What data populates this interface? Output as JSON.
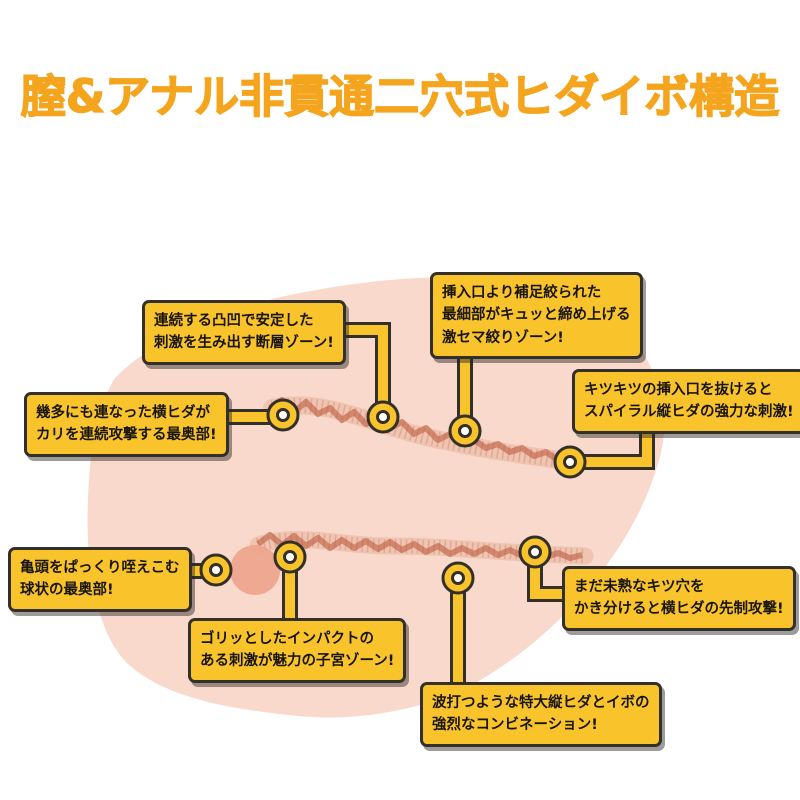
{
  "title": "膣&アナル非貫通二穴式ヒダイボ構造",
  "colors": {
    "title_orange": "#F5A41E",
    "callout_yellow": "#F9C32B",
    "dark_outline": "#33302A",
    "body_pink": "#F8D9CC",
    "tunnel_red": "#CD8066",
    "ball_pink": "#EDA38C",
    "background": "#FFFFFF"
  },
  "callouts": {
    "fault_zone": {
      "lines": [
        "連続する凸凹で安定した",
        "刺激を生み出す断層ゾーン!"
      ]
    },
    "squeeze_zone": {
      "lines": [
        "挿入口より補足絞られた",
        "最細部がキュッと締め上げる",
        "激セマ絞りゾーン!"
      ]
    },
    "deepest_folds": {
      "lines": [
        "幾多にも連なった横ヒダが",
        "カリを連続攻撃する最奥部!"
      ]
    },
    "spiral_folds": {
      "lines": [
        "キツキツの挿入口を抜けると",
        "スパイラル縦ヒダの強力な刺激!"
      ]
    },
    "ball_deepest": {
      "lines": [
        "亀頭をぱっくり咥えこむ",
        "球状の最奥部!"
      ]
    },
    "uterus_zone": {
      "lines": [
        "ゴリッとしたインパクトの",
        "ある刺激が魅力の子宮ゾーン!"
      ]
    },
    "combo_zone": {
      "lines": [
        "波打つような特大縦ヒダとイボの",
        "強烈なコンビネーション!"
      ]
    },
    "tight_hole": {
      "lines": [
        "まだ未熟なキツ穴を",
        "かき分けると横ヒダの先制攻撃!"
      ]
    }
  }
}
